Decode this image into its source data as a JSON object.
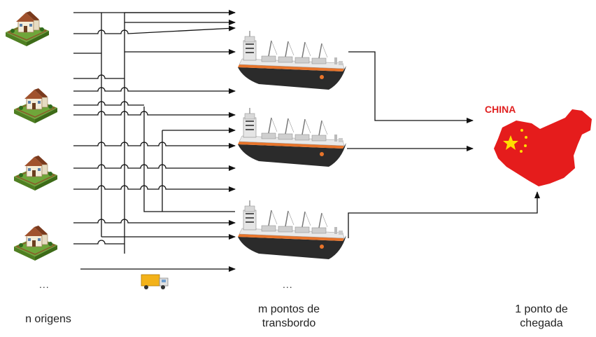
{
  "labels": {
    "origins": "n origens",
    "transshipment_line1": "m pontos de",
    "transshipment_line2": "transbordo",
    "arrival_line1": "1 ponto de",
    "arrival_line2": "chegada",
    "china": "CHINA",
    "ellipsis_origins": "...",
    "ellipsis_ships": "..."
  },
  "icons": {
    "farm": "farm-house-icon",
    "ship": "cargo-ship-icon",
    "truck": "truck-icon",
    "map": "china-map-icon"
  },
  "colors": {
    "line": "#111111",
    "china_red": "#e51c1c",
    "china_star": "#ffde00",
    "ship_hull": "#2b2b2b",
    "ship_deck": "#e9e9e9",
    "truck_yellow": "#f3b21a"
  }
}
